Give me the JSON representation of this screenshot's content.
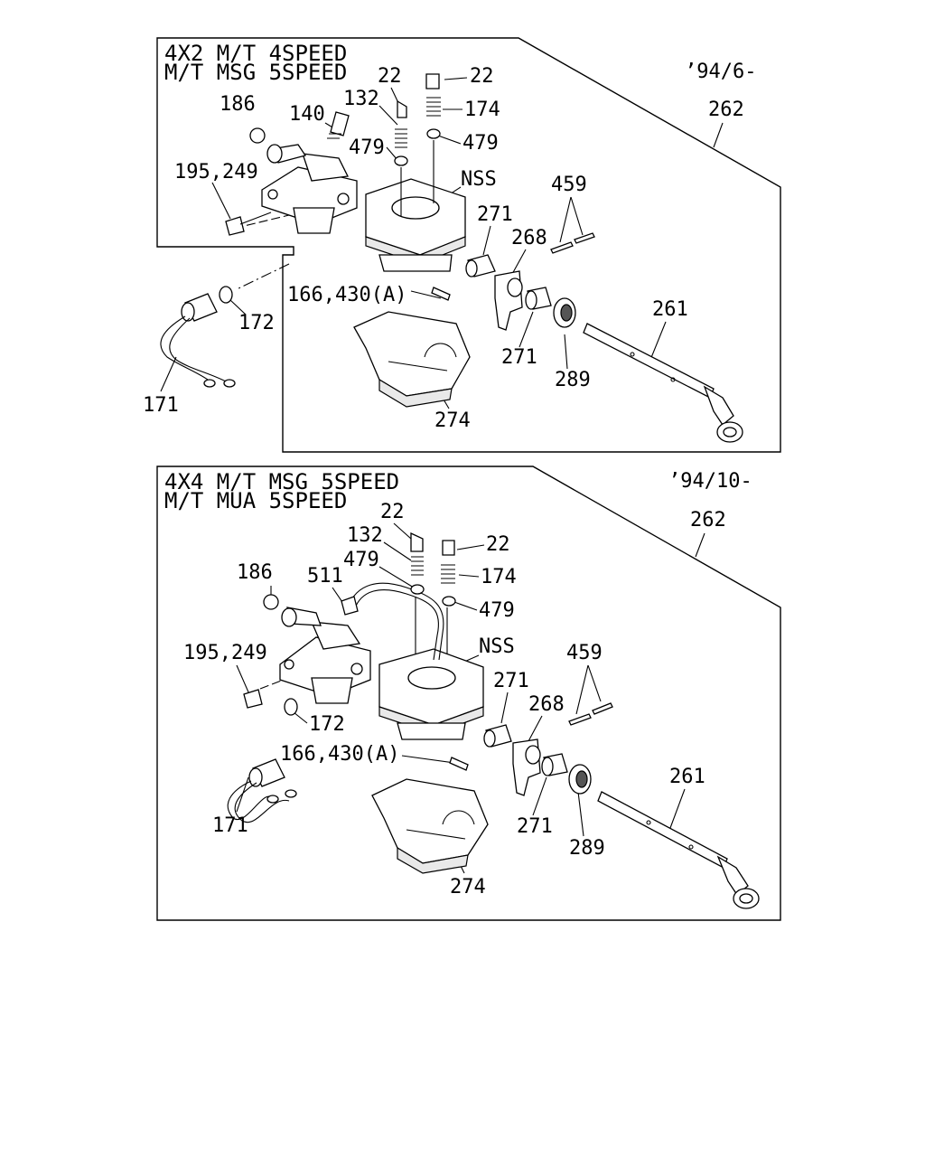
{
  "panels": [
    {
      "title_line1": "4X2 M/T 4SPEED",
      "title_line2": "M/T MSG 5SPEED",
      "date_code": "’94/6-",
      "labels": {
        "p22a": "22",
        "p22b": "22",
        "p174": "174",
        "p132": "132",
        "p140": "140",
        "p186": "186",
        "p479a": "479",
        "p479b": "479",
        "p262": "262",
        "p195_249": "195,249",
        "pNSS": "NSS",
        "p459": "459",
        "p271a": "271",
        "p268": "268",
        "p166_430": "166,430(A)",
        "p172": "172",
        "p261": "261",
        "p271b": "271",
        "p289": "289",
        "p171": "171",
        "p274": "274"
      }
    },
    {
      "title_line1": "4X4 M/T MSG 5SPEED",
      "title_line2": "M/T MUA 5SPEED",
      "date_code": "’94/10-",
      "labels": {
        "p22a": "22",
        "p22b": "22",
        "p132": "132",
        "p174": "174",
        "p479a": "479",
        "p479b": "479",
        "p186": "186",
        "p511": "511",
        "p262": "262",
        "p195_249": "195,249",
        "pNSS": "NSS",
        "p459": "459",
        "p271a": "271",
        "p268": "268",
        "p172": "172",
        "p166_430": "166,430(A)",
        "p261": "261",
        "p171": "171",
        "p271b": "271",
        "p289": "289",
        "p274": "274"
      }
    }
  ]
}
